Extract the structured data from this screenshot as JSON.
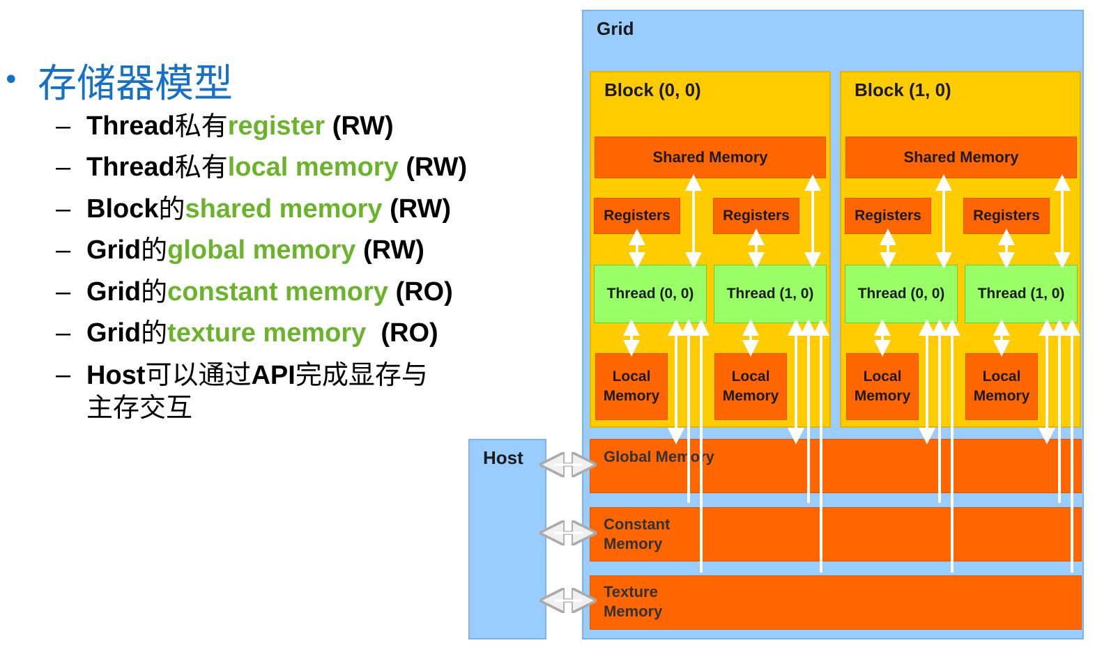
{
  "heading": {
    "bullet": "•",
    "title": "存储器模型"
  },
  "items": [
    {
      "dash": "–",
      "pre": "Thread",
      "cn": "私有",
      "green": "register",
      "tail": " (RW)"
    },
    {
      "dash": "–",
      "pre": "Thread",
      "cn": "私有",
      "green": "local memory",
      "tail": " (RW)"
    },
    {
      "dash": "–",
      "pre": "Block",
      "cn": "的",
      "green": "shared memory",
      "tail": " (RW)"
    },
    {
      "dash": "–",
      "pre": "Grid",
      "cn": "的",
      "green": "global memory",
      "tail": " (RW)"
    },
    {
      "dash": "–",
      "pre": "Grid",
      "cn": "的",
      "green": "constant memory",
      "tail": " (RO)"
    },
    {
      "dash": "–",
      "pre": "Grid",
      "cn": "的",
      "green": "texture memory",
      "tail": "  (RO)"
    },
    {
      "dash": "–",
      "pre": "Host",
      "cn": "可以通过",
      "pre2": "API",
      "cn2": "完成显存与主存交互"
    }
  ],
  "diagram": {
    "grid_label": "Grid",
    "host_label": "Host",
    "blocks": [
      {
        "label": "Block (0, 0)",
        "shared": "Shared Memory",
        "threads": [
          {
            "registers": "Registers",
            "thread": "Thread (0, 0)",
            "local": "Local Memory"
          },
          {
            "registers": "Registers",
            "thread": "Thread (1, 0)",
            "local": "Local Memory"
          }
        ]
      },
      {
        "label": "Block (1, 0)",
        "shared": "Shared Memory",
        "threads": [
          {
            "registers": "Registers",
            "thread": "Thread (0, 0)",
            "local": "Local Memory"
          },
          {
            "registers": "Registers",
            "thread": "Thread (1, 0)",
            "local": "Local Memory"
          }
        ]
      }
    ],
    "memories": {
      "global": "Global Memory",
      "constant": "Constant Memory",
      "texture": "Texture Memory"
    },
    "colors": {
      "grid": "#99ccff",
      "block": "#ffcc00",
      "memory": "#ff6600",
      "thread": "#99ff66",
      "accent_text": "#1470c8",
      "highlight": "#6ab42a"
    }
  }
}
